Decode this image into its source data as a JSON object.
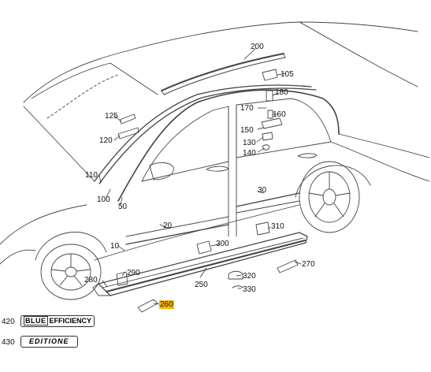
{
  "callouts": {
    "c10": "10",
    "c20": "20",
    "c30": "30",
    "c50": "50",
    "c100": "100",
    "c105": "105",
    "c110": "110",
    "c120": "120",
    "c125": "125",
    "c130": "130",
    "c140": "140",
    "c150": "150",
    "c160": "160",
    "c170": "170",
    "c180": "180",
    "c200": "200",
    "c250": "250",
    "c260": "260",
    "c270": "270",
    "c280": "280",
    "c290": "290",
    "c300": "300",
    "c310": "310",
    "c320": "320",
    "c330": "330",
    "c420": "420",
    "c430": "430"
  },
  "badges": {
    "blue_box": "BLUE",
    "efficiency": "EFFICIENCY",
    "edition": "EDITIONE"
  },
  "colors": {
    "highlight": "#f5b800",
    "line": "#333333"
  }
}
